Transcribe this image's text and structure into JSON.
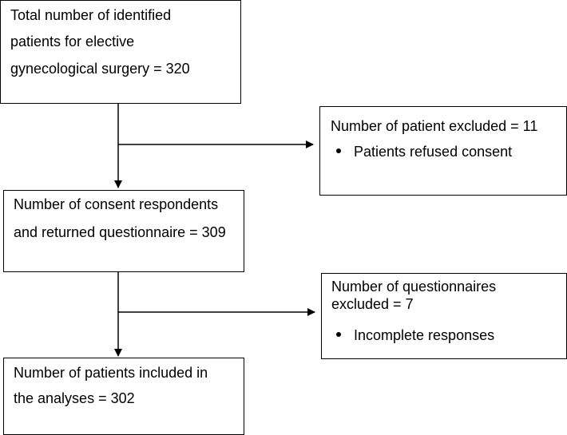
{
  "diagram": {
    "box1": {
      "lines": [
        "Total number of identified",
        "patients for elective",
        "gynecological surgery = 320"
      ]
    },
    "excluded1": {
      "title": "Number of patient excluded = 11",
      "bullet": "Patients refused consent"
    },
    "box2": {
      "lines": [
        "Number of consent respondents",
        "and returned questionnaire = 309"
      ]
    },
    "excluded2": {
      "lines": [
        "Number of questionnaires",
        "excluded = 7"
      ],
      "bullet": "Incomplete responses"
    },
    "box3": {
      "lines": [
        "Number of patients included in",
        "the analyses = 302"
      ]
    }
  }
}
